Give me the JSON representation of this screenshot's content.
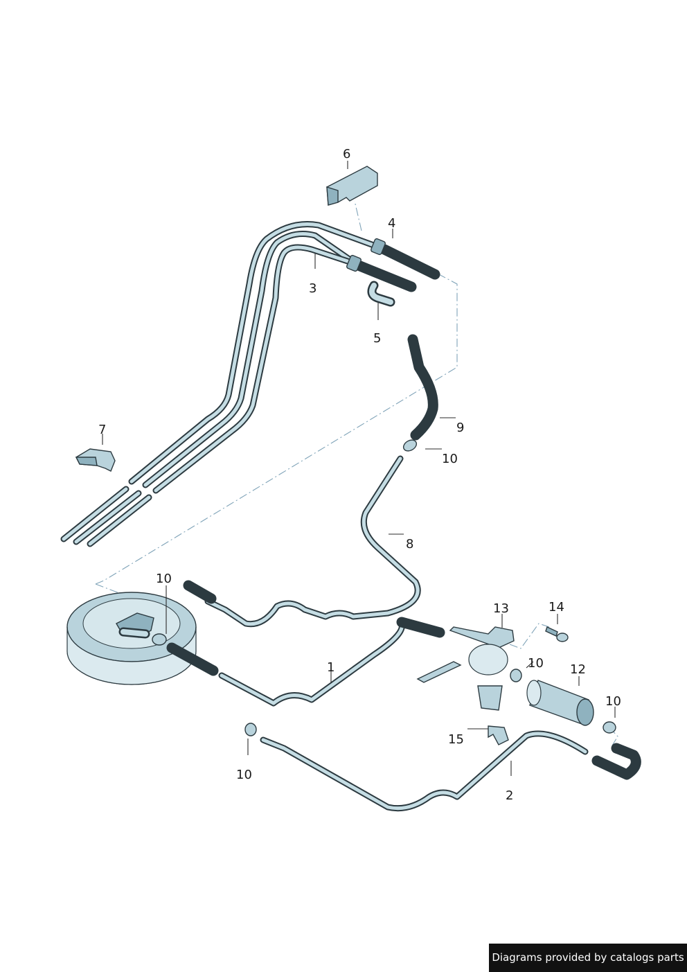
{
  "callouts": {
    "c1": "1",
    "c2": "2",
    "c3": "3",
    "c4": "4",
    "c5": "5",
    "c6": "6",
    "c7": "7",
    "c8": "8",
    "c9": "9",
    "c10a": "10",
    "c10b": "10",
    "c10c": "10",
    "c10d": "10",
    "c10e": "10",
    "c12": "12",
    "c13": "13",
    "c14": "14",
    "c15": "15"
  },
  "footer": {
    "credit": "Diagrams provided by catalogs parts"
  },
  "colors": {
    "part_fill": "#b9d3dc",
    "outline": "#2c3a40",
    "dash": "#7fa3b8",
    "credit_bg": "#111111"
  }
}
